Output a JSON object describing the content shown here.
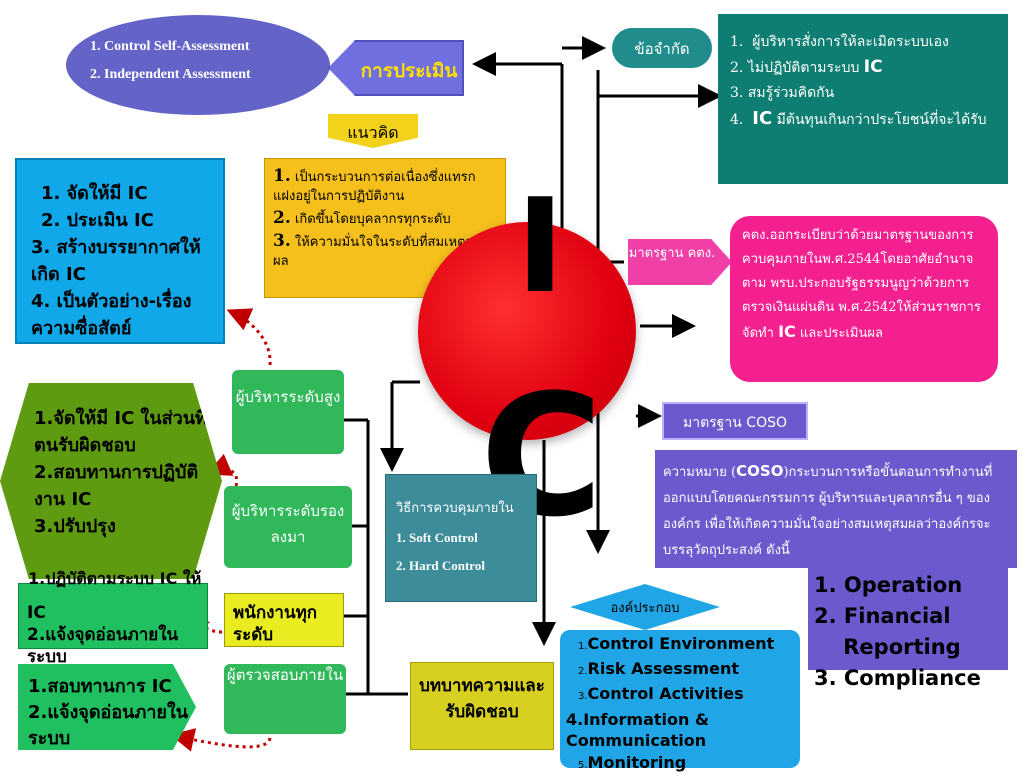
{
  "evaluation": {
    "items": [
      "1.   Control Self-Assessment",
      "2.   Independent Assessment"
    ],
    "label": "การประเมินผล"
  },
  "concept": {
    "tab": "แนวคิด",
    "items": [
      {
        "num": "1.",
        "text": "เป็นกระบวนการต่อเนื่องซึ่งแทรกแฝงอยู่ในการปฏิบัติงาน"
      },
      {
        "num": "2.",
        "text": "เกิดขึ้นโดยบุคลากรทุกระดับ"
      },
      {
        "num": "3.",
        "text": "ให้ความมั่นใจในระดับที่สมเหตุสมผล"
      }
    ]
  },
  "objectives_left": {
    "items": [
      "1. จัดให้มี IC",
      "2. ประเมิน IC",
      "3. สร้างบรรยากาศให้เกิด IC",
      "4. เป็นตัวอย่าง-เรื่องความซื่อสัตย์"
    ]
  },
  "levels": {
    "executive": "ผู้บริหารระดับสูง",
    "middle": "ผู้บริหารระดับรองลงมา",
    "staff": "พนักงานทุกระดับ",
    "auditor": "ผู้ตรวจสอบภายใน"
  },
  "duties": {
    "executive": [
      "1.จัดให้มี IC ในส่วนที่ตนรับผิดชอบ",
      "2.สอบทานการปฏิบัติงาน IC",
      "3.ปรับปรุง"
    ],
    "middle_extra": "1.ปฏิบัติตามระบบ IC ให้",
    "middle": [
      "IC",
      "2.แจ้งจุดอ่อนภายในระบบ"
    ],
    "staff": [
      "1.สอบทานการ IC",
      "2.แจ้งจุดอ่อนภายในระบบ"
    ]
  },
  "ic": {
    "letter1": "I",
    "letter2": "C"
  },
  "control_methods": {
    "title": "วิธีการควบคุมภายใน",
    "items": [
      "1.   Soft Control",
      "2.   Hard Control"
    ]
  },
  "role": "บทบาทความและรับผิดชอบ",
  "limitations": {
    "button": "ข้อจำกัด",
    "items": [
      {
        "num": "1.",
        "text": "ผู้บริหารสั่งการให้ละเมิดระบบเอง"
      },
      {
        "num": "2.",
        "text": "ไม่ปฏิบัติตามระบบ",
        "tail": "IC"
      },
      {
        "num": "3.",
        "text": "สมรู้ร่วมคิดกัน"
      },
      {
        "num": "4.",
        "lead": "IC",
        "text": "มีต้นทุนเกินกว่าประโยชน์ที่จะได้รับ"
      }
    ]
  },
  "kk_standard": {
    "label": "มาตรฐาน คตง.",
    "text": "คตง.ออกระเบียบว่าด้วยมาตรฐานของการควบคุมภายในพ.ศ.2544โดยอาศัยอำนาจตาม พรบ.ประกอบรัฐธรรมนูญว่าด้วยการตรวจเงินแผ่นดิน พ.ศ.2542ให้ส่วนราชการจัดทำ",
    "ic": "IC",
    "tail": "และประเมินผล"
  },
  "coso": {
    "button": "มาตรฐาน COSO",
    "def_pre": "ความหมาย (",
    "def_bold": "COSO",
    "def_post": ")กระบวนการหรือขั้นตอนการทำงานที่ออกแบบโดยคณะกรรมการ ผู้บริหารและบุคลากรอื่น ๆ ขององค์กร เพื่อให้เกิดความมั่นใจอย่างสมเหตุสมผลว่าองค์กรจะบรรลุวัตถุประสงค์ ดังนี้"
  },
  "coso_objectives": [
    "1. Operation",
    "2. Financial",
    "    Reporting",
    "3. Compliance"
  ],
  "components": {
    "label": "องค์ประกอบ",
    "items": [
      {
        "num": "1.",
        "text": "Control Environment"
      },
      {
        "num": "2.",
        "text": "Risk Assessment"
      },
      {
        "num": "3.",
        "text": "Control Activities"
      },
      {
        "num": "",
        "text": "4.Information &"
      },
      {
        "num": "",
        "text": "Communication"
      },
      {
        "num": "5.",
        "text": "Monitoring"
      }
    ]
  }
}
